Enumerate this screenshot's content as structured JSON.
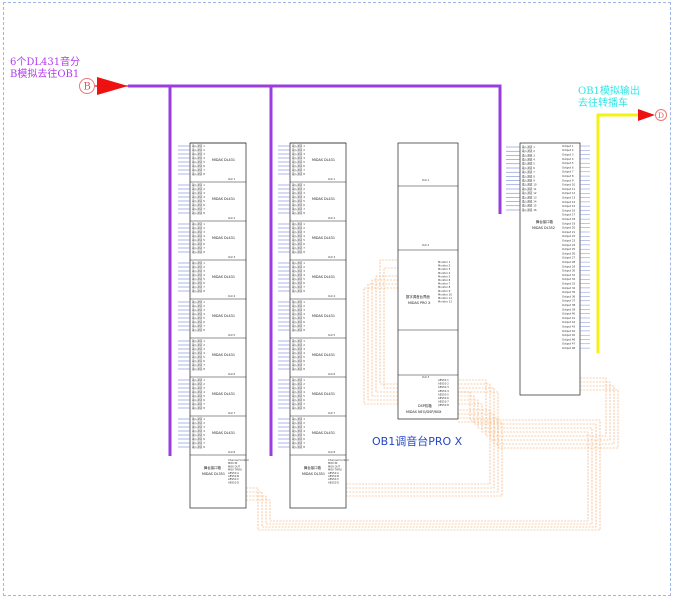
{
  "annotations": {
    "left_line1": "6个DL431音分",
    "left_line2": "B模拟去往OB1",
    "right_line1": "OB1模拟输出",
    "right_line2": "去往转播车",
    "console_label": "OB1调音台PRO X",
    "marker_b": "B",
    "marker_d": "D"
  },
  "colors": {
    "bus_purple": "#9a3ce0",
    "arrow_red": "#ee1111",
    "output_yellow": "#f2f215",
    "aes_orange": "#f3a15a",
    "in_blue": "#5a6fd6"
  },
  "devices": {
    "dl431_module": {
      "name": "MIDAS DL431",
      "in_label": "输入通道",
      "out_label": "Out"
    },
    "dl351": {
      "title": "舞台接口箱",
      "name": "MIDAS DL351"
    },
    "dl352": {
      "title": "舞台接口箱",
      "name": "MIDAS DL352"
    },
    "console": {
      "title": "数字调音台界面",
      "name": "MIDAS PRO X"
    },
    "dsp": {
      "title": "DSP机箱",
      "name": "MIDAS NEO/DSP/BOX"
    }
  },
  "icons": [
    "arrow-right-icon",
    "circle-marker-icon"
  ]
}
